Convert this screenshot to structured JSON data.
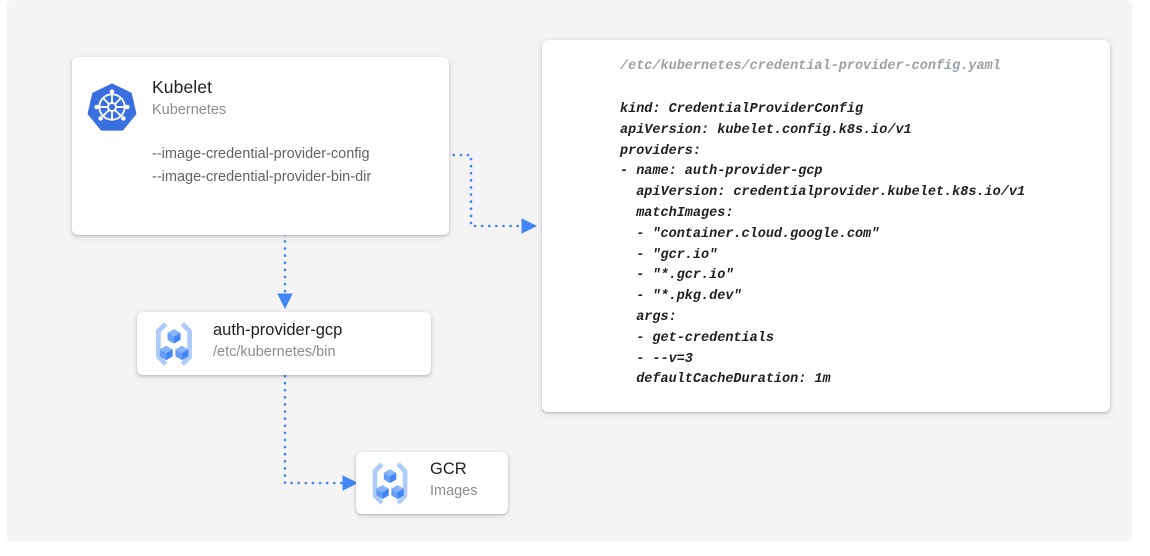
{
  "theme": {
    "page_background": "#ffffff",
    "panel_background": "#f4f4f5",
    "card_background": "#ffffff",
    "accent_blue": "#4285f4",
    "connector_blue": "#4285f4",
    "title_color": "#202124",
    "subtitle_color": "#8a8d91",
    "code_color": "#202124",
    "code_path_color": "#9aa0a6",
    "icon_light_blue": "#8ab4f8",
    "icon_mid_blue": "#669df6",
    "icon_dark_blue": "#4285f4"
  },
  "kubelet_card": {
    "icon": "kubernetes-icon",
    "title": "Kubelet",
    "subtitle": "Kubernetes",
    "flags": [
      "--image-credential-provider-config",
      "--image-credential-provider-bin-dir"
    ]
  },
  "authprovider_card": {
    "icon": "container-registry-icon",
    "title": "auth-provider-gcp",
    "subtitle": "/etc/kubernetes/bin"
  },
  "gcr_card": {
    "icon": "container-registry-icon",
    "title": "GCR",
    "subtitle": "Images"
  },
  "yaml_card": {
    "path": "/etc/kubernetes/credential-provider-config.yaml",
    "body": "kind: CredentialProviderConfig\napiVersion: kubelet.config.k8s.io/v1\nproviders:\n- name: auth-provider-gcp\n  apiVersion: credentialprovider.kubelet.k8s.io/v1\n  matchImages:\n  - \"container.cloud.google.com\"\n  - \"gcr.io\"\n  - \"*.gcr.io\"\n  - \"*.pkg.dev\"\n  args:\n  - get-credentials\n  - --v=3\n  defaultCacheDuration: 1m",
    "lines": [
      "kind: CredentialProviderConfig",
      "apiVersion: kubelet.config.k8s.io/v1",
      "providers:",
      "- name: auth-provider-gcp",
      "  apiVersion: credentialprovider.kubelet.k8s.io/v1",
      "  matchImages:",
      "  - \"container.cloud.google.com\"",
      "  - \"gcr.io\"",
      "  - \"*.gcr.io\"",
      "  - \"*.pkg.dev\"",
      "  args:",
      "  - get-credentials",
      "  - --v=3",
      "  defaultCacheDuration: 1m"
    ]
  },
  "connectors": [
    {
      "name": "kubelet-to-config",
      "from": "kubelet-card",
      "to": "yaml-card",
      "style": "dotted",
      "arrow": "right"
    },
    {
      "name": "kubelet-to-auth-provider",
      "from": "kubelet-card",
      "to": "authprovider-card",
      "style": "dotted",
      "arrow": "down"
    },
    {
      "name": "auth-provider-to-gcr",
      "from": "authprovider-card",
      "to": "gcr-card",
      "style": "dotted",
      "arrow": "right"
    }
  ]
}
